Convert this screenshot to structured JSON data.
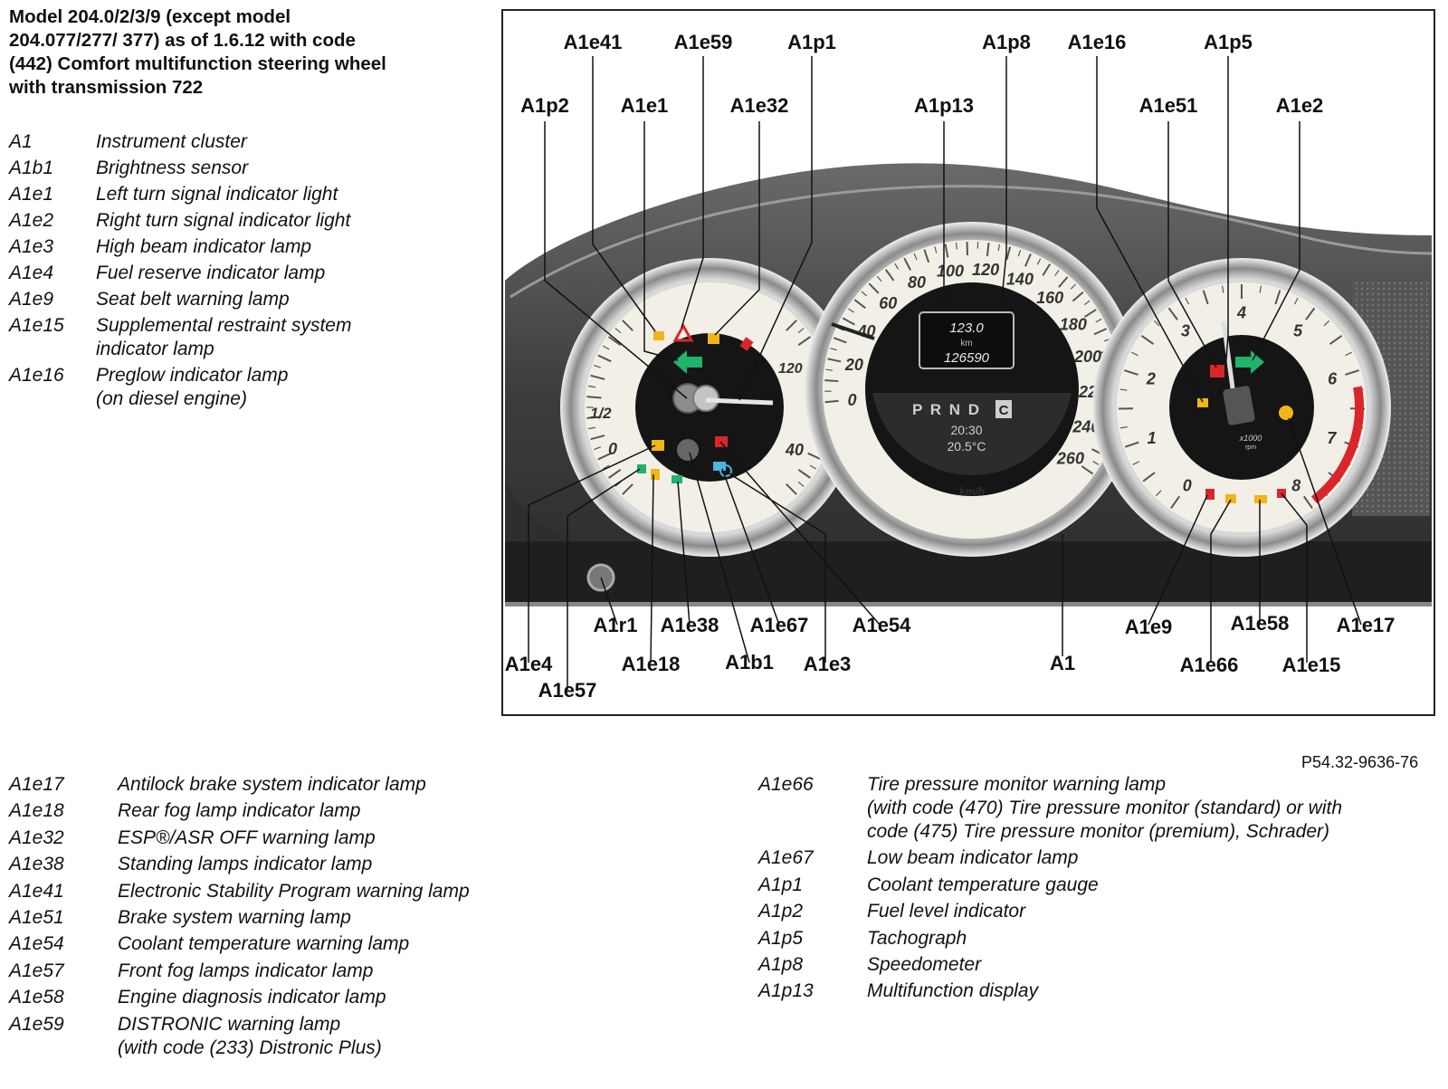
{
  "title_lines": [
    "Model 204.0/2/3/9 (except model",
    "204.077/277/ 377) as of 1.6.12 with code",
    "(442) Comfort multifunction steering wheel",
    "with transmission 722"
  ],
  "legend_top": [
    {
      "code": "A1",
      "desc": [
        "Instrument cluster"
      ]
    },
    {
      "code": "A1b1",
      "desc": [
        "Brightness sensor"
      ]
    },
    {
      "code": "A1e1",
      "desc": [
        "Left turn signal indicator light"
      ]
    },
    {
      "code": "A1e2",
      "desc": [
        "Right turn signal indicator light"
      ]
    },
    {
      "code": "A1e3",
      "desc": [
        "High beam indicator lamp"
      ]
    },
    {
      "code": "A1e4",
      "desc": [
        "Fuel reserve indicator lamp"
      ]
    },
    {
      "code": "A1e9",
      "desc": [
        "Seat belt warning lamp"
      ]
    },
    {
      "code": "A1e15",
      "desc": [
        "Supplemental restraint system",
        "indicator lamp"
      ]
    },
    {
      "code": "A1e16",
      "desc": [
        "Preglow indicator lamp",
        "(on diesel engine)"
      ]
    }
  ],
  "legend_bottom_left": [
    {
      "code": "A1e17",
      "desc": [
        "Antilock brake system indicator lamp"
      ]
    },
    {
      "code": "A1e18",
      "desc": [
        "Rear fog lamp indicator lamp"
      ]
    },
    {
      "code": "A1e32",
      "desc": [
        "ESP®/ASR OFF warning lamp"
      ]
    },
    {
      "code": "A1e38",
      "desc": [
        "Standing lamps indicator lamp"
      ]
    },
    {
      "code": "A1e41",
      "desc": [
        "Electronic Stability Program warning lamp"
      ]
    },
    {
      "code": "A1e51",
      "desc": [
        "Brake system warning lamp"
      ]
    },
    {
      "code": "A1e54",
      "desc": [
        "Coolant temperature warning lamp"
      ]
    },
    {
      "code": "A1e57",
      "desc": [
        "Front fog lamps indicator lamp"
      ]
    },
    {
      "code": "A1e58",
      "desc": [
        "Engine diagnosis indicator lamp"
      ]
    },
    {
      "code": "A1e59",
      "desc": [
        "DISTRONIC warning lamp",
        "(with code (233) Distronic Plus)"
      ]
    }
  ],
  "legend_bottom_right": [
    {
      "code": "A1e66",
      "desc": [
        "Tire pressure monitor warning lamp",
        "(with code (470) Tire pressure monitor (standard) or with",
        "code (475) Tire pressure monitor (premium), Schrader)"
      ]
    },
    {
      "code": "A1e67",
      "desc": [
        "Low beam indicator lamp"
      ]
    },
    {
      "code": "A1p1",
      "desc": [
        "Coolant temperature gauge"
      ]
    },
    {
      "code": "A1p2",
      "desc": [
        "Fuel level indicator"
      ]
    },
    {
      "code": "A1p5",
      "desc": [
        "Tachograph"
      ]
    },
    {
      "code": "A1p8",
      "desc": [
        "Speedometer"
      ]
    },
    {
      "code": "A1p13",
      "desc": [
        "Multifunction display"
      ]
    }
  ],
  "figure_ref": "P54.32-9636-76",
  "callouts": [
    "A1e41",
    "A1e59",
    "A1p1",
    "A1p8",
    "A1e16",
    "A1p5",
    "A1p2",
    "A1e1",
    "A1e32",
    "A1p13",
    "A1e51",
    "A1e2",
    "A1r1",
    "A1e38",
    "A1e67",
    "A1e54",
    "A1",
    "A1e9",
    "A1e58",
    "A1e17",
    "A1e4",
    "A1e18",
    "A1b1",
    "A1e3",
    "A1e66",
    "A1e15",
    "A1e57"
  ],
  "speedometer": {
    "ticks": [
      "0",
      "20",
      "40",
      "60",
      "80",
      "100",
      "120",
      "140",
      "160",
      "180",
      "200",
      "220",
      "240",
      "260"
    ],
    "unit": "km/h",
    "display": {
      "trip": "123.0",
      "trip_unit": "km",
      "odometer": "126590",
      "gears": "P R N D",
      "mode": "C",
      "time": "20:30",
      "temp": "20.5°C"
    }
  },
  "fuel_gauge": {
    "ticks": [
      "0",
      "1/2"
    ]
  },
  "coolant_gauge": {
    "ticks": [
      "40",
      "120"
    ]
  },
  "tachometer": {
    "ticks": [
      "0",
      "1",
      "2",
      "3",
      "4",
      "5",
      "6",
      "7",
      "8"
    ],
    "unit_top": "x1000",
    "unit_bottom": "rpm"
  },
  "colors": {
    "frame": "#222222",
    "dash": "#4a4a4a",
    "dial_face": "#f2f0e6",
    "turn_signal": "#1fb36b",
    "warning_red": "#d9262b",
    "warning_amber": "#f2b416",
    "info_blue": "#4ab5e0"
  }
}
